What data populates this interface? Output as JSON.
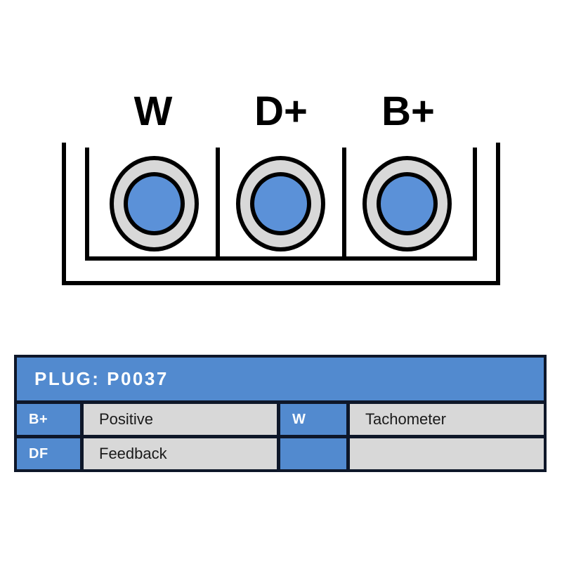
{
  "diagram": {
    "terminals": [
      {
        "label": "W"
      },
      {
        "label": "D+"
      },
      {
        "label": "B+"
      }
    ]
  },
  "table": {
    "header": "PLUG: P0037",
    "rows": [
      {
        "cells": [
          {
            "pin": "B+",
            "desc": "Positive"
          },
          {
            "pin": "W",
            "desc": "Tachometer"
          }
        ]
      },
      {
        "cells": [
          {
            "pin": "DF",
            "desc": "Feedback"
          },
          {
            "pin": "",
            "desc": ""
          }
        ]
      }
    ]
  },
  "colors": {
    "table-blue": "#528acf",
    "terminal-blue": "#5b91d8",
    "terminal-ring-gray": "#d8d8d8",
    "cell-gray": "#d8d8d8",
    "table-border": "#0e1729",
    "line-black": "#000000",
    "header-text": "#ffffff",
    "body-text": "#1a1a1a"
  }
}
